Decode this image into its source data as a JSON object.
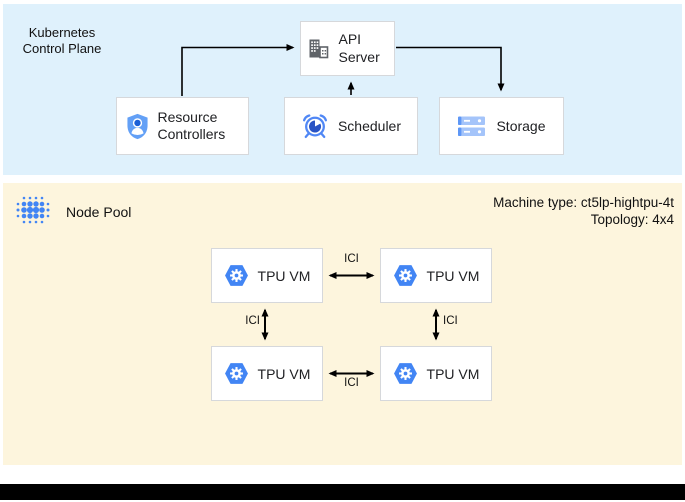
{
  "control_plane": {
    "title": "Kubernetes Control Plane",
    "api_server": "API Server",
    "resource_controllers": "Resource Controllers",
    "scheduler": "Scheduler",
    "storage": "Storage"
  },
  "node_pool": {
    "title": "Node Pool",
    "machine_type": "Machine type: ct5lp-hightpu-4t",
    "topology": "Topology: 4x4",
    "ici_label": "ICI",
    "tpu_vms": [
      {
        "label": "TPU VM"
      },
      {
        "label": "TPU VM"
      },
      {
        "label": "TPU VM"
      },
      {
        "label": "TPU VM"
      }
    ]
  },
  "icons": {
    "api_server": "building-icon",
    "resource_controllers": "shield-user-icon",
    "scheduler": "alarm-clock-icon",
    "storage": "server-stack-icon",
    "node_pool": "dot-cluster-icon",
    "tpu_vm": "gke-hexagon-gear-icon"
  },
  "colors": {
    "control_plane_bg": "#dff1fc",
    "node_pool_bg": "#fdf5dd",
    "google_blue": "#4285f4",
    "light_blue": "#a4c4fa",
    "dark_blue": "#2953c4",
    "icon_gray": "#5f6368",
    "box_border": "#d6d8db",
    "arrow": "#000000",
    "bottom_bar": "#000000"
  }
}
